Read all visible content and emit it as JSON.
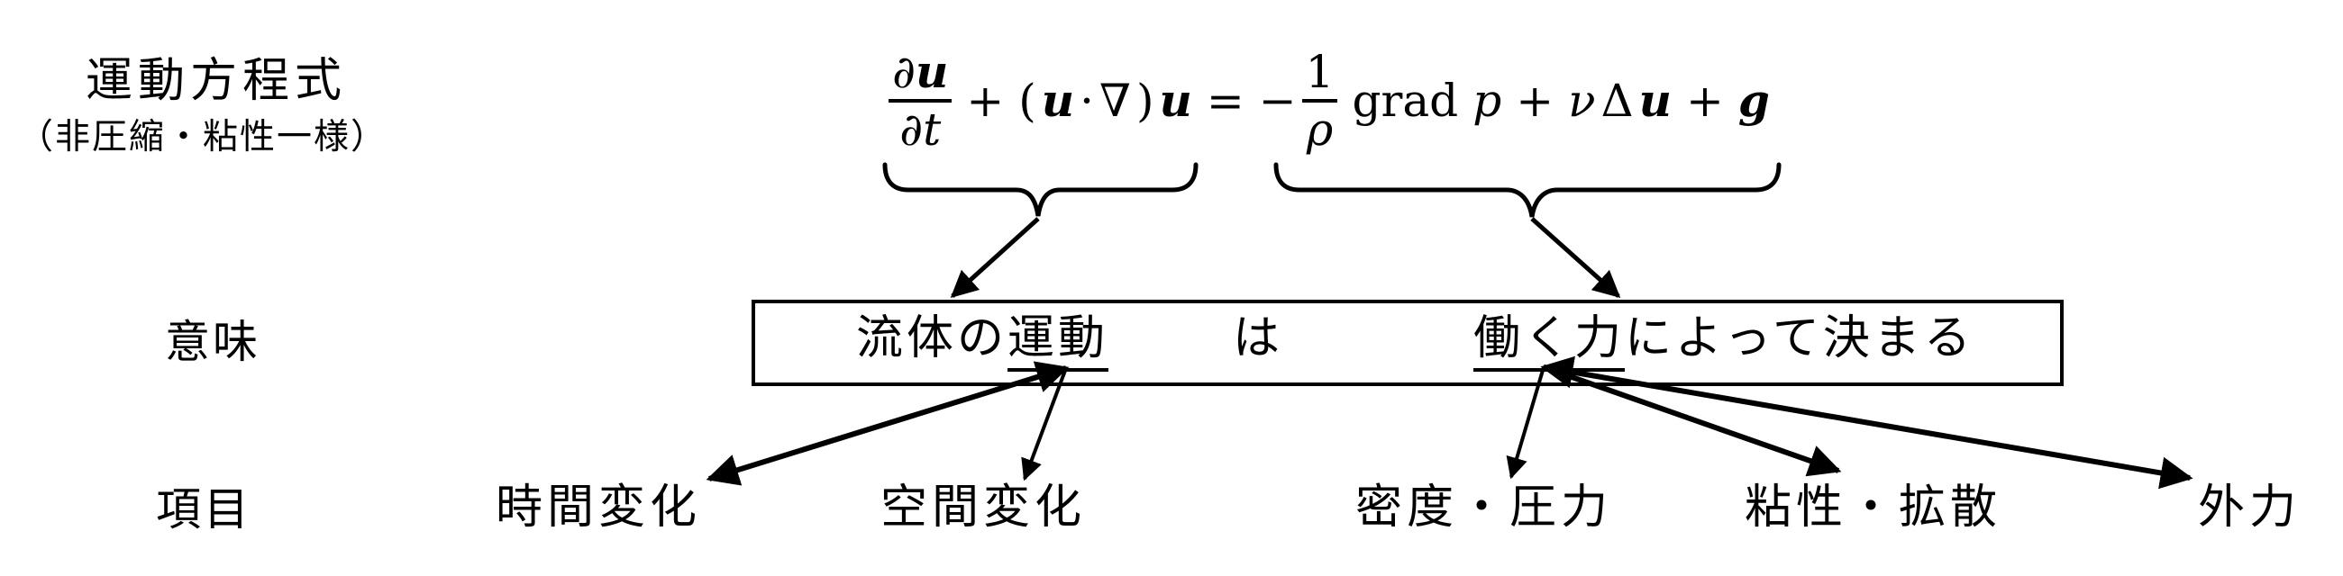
{
  "colors": {
    "ink": "#000000",
    "background": "#ffffff"
  },
  "header": {
    "title": "運動方程式",
    "subtitle": "（非圧縮・粘性一様）"
  },
  "equation": {
    "partial": "∂",
    "u": "u",
    "t": "t",
    "plus": "+",
    "open_paren": "(",
    "dot": "·",
    "nabla": "∇",
    "close_paren": ")",
    "equals": "=",
    "minus": "−",
    "one": "1",
    "rho": "ρ",
    "grad": "grad",
    "p": "p",
    "nu": "ν",
    "laplacian": "Δ",
    "g": "g"
  },
  "meaning": {
    "label": "意味",
    "pre": "流体の",
    "underlined1": "運動",
    "particle": "は",
    "underlined2": "働く力",
    "post": "によって決まる"
  },
  "items": {
    "label": "項目",
    "list": [
      "時間変化",
      "空間変化",
      "密度・圧力",
      "粘性・拡散",
      "外力"
    ]
  }
}
